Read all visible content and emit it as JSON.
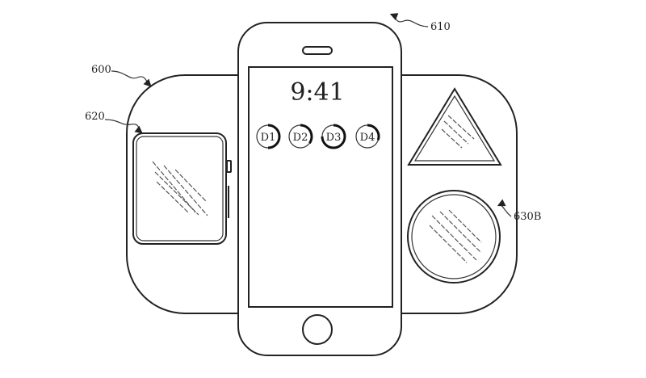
{
  "labels": {
    "base": "600",
    "phone": "610",
    "watch": "620",
    "earbuds": "630B"
  },
  "phone_screen": {
    "time": "9:41",
    "devices": [
      {
        "label": "D1",
        "charge": 0.5
      },
      {
        "label": "D2",
        "charge": 0.35
      },
      {
        "label": "D3",
        "charge": 0.75
      },
      {
        "label": "D4",
        "charge": 0.3
      }
    ]
  },
  "colors": {
    "line": "#222222",
    "background": "#ffffff"
  }
}
